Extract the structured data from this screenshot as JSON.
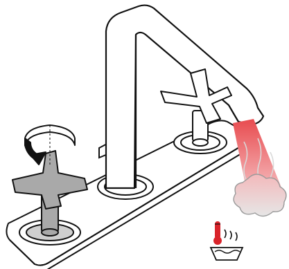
{
  "diagram": {
    "description_kind": "faucet-instruction-illustration",
    "components": [
      {
        "name": "deck-plate"
      },
      {
        "name": "spout"
      },
      {
        "name": "left-cross-handle",
        "state": "active"
      },
      {
        "name": "right-cross-handle",
        "state": "idle"
      },
      {
        "name": "rotation-arrow-icon",
        "direction": "counterclockwise"
      },
      {
        "name": "hot-water-stream"
      },
      {
        "name": "steam-cloud"
      },
      {
        "name": "hot-water-warning-icon"
      }
    ],
    "colors": {
      "outline": "#111111",
      "active_handle": "#a9a9a9",
      "hot_water_top": "#e84b4f",
      "hot_water_bottom": "#f7c6c8",
      "warning_red": "#d9242b"
    }
  }
}
